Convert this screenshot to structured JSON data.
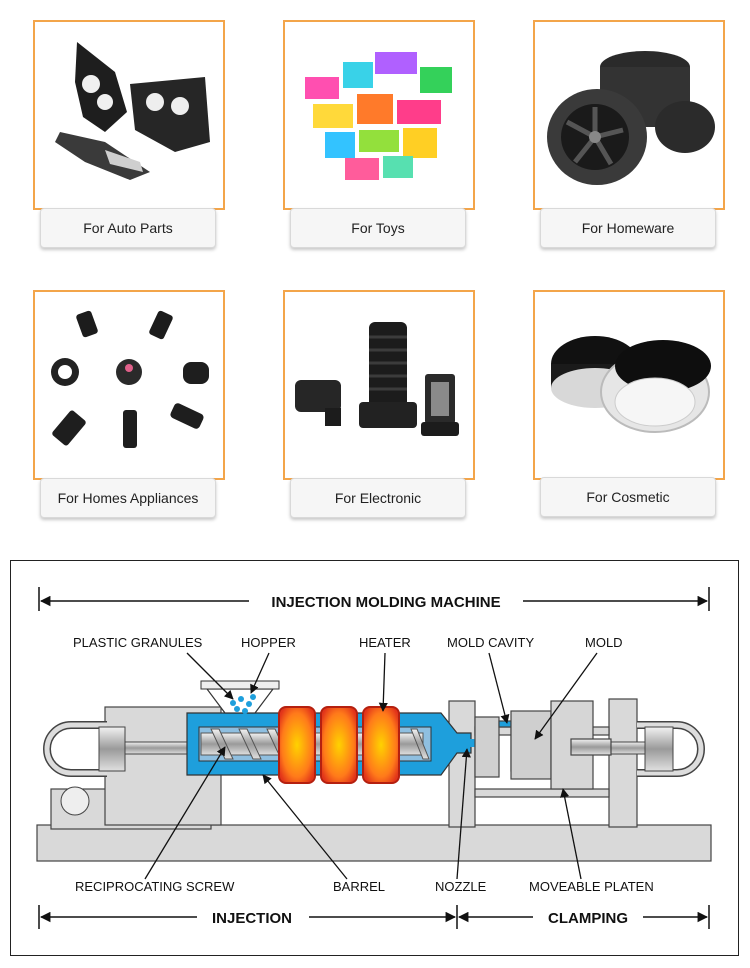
{
  "products": [
    {
      "label": "For Auto Parts",
      "icon": "auto-parts-image"
    },
    {
      "label": "For Toys",
      "icon": "toy-blocks-image"
    },
    {
      "label": "For Homeware",
      "icon": "homeware-wheels-image"
    },
    {
      "label": "For Homes Appliances",
      "icon": "appliance-parts-image"
    },
    {
      "label": "For Electronic",
      "icon": "electronic-parts-image"
    },
    {
      "label": "For Cosmetic",
      "icon": "cosmetic-jars-image"
    }
  ],
  "diagram": {
    "title": "INJECTION MOLDING MACHINE",
    "labels": {
      "plastic_granules": "PLASTIC GRANULES",
      "hopper": "HOPPER",
      "heater": "HEATER",
      "mold_cavity": "MOLD CAVITY",
      "mold": "MOLD",
      "reciprocating_screw": "RECIPROCATING SCREW",
      "barrel": "BARREL",
      "nozzle": "NOZZLE",
      "moveable_platen": "MOVEABLE PLATEN"
    },
    "sections": {
      "injection": "INJECTION",
      "clamping": "CLAMPING"
    },
    "colors": {
      "card_border": "#f3a54a",
      "melt": "#1e9fdc",
      "heater": "#e94a1e",
      "machine": "#d9d9d9"
    }
  }
}
